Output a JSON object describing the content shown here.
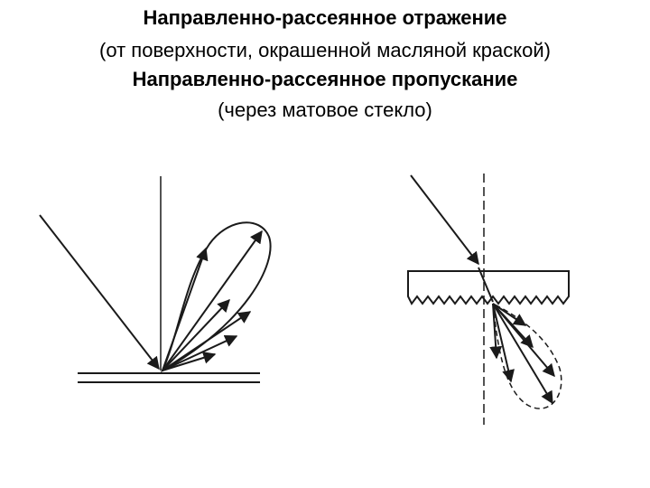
{
  "heading": {
    "line1": "Направленно-рассеянное отражение",
    "line2": "(от поверхности, окрашенной масляной краской)",
    "line3": "Направленно-рассеянное пропускание",
    "line4": "(через матовое стекло)"
  },
  "colors": {
    "ink": "#1a1a1a",
    "background": "#ffffff"
  }
}
